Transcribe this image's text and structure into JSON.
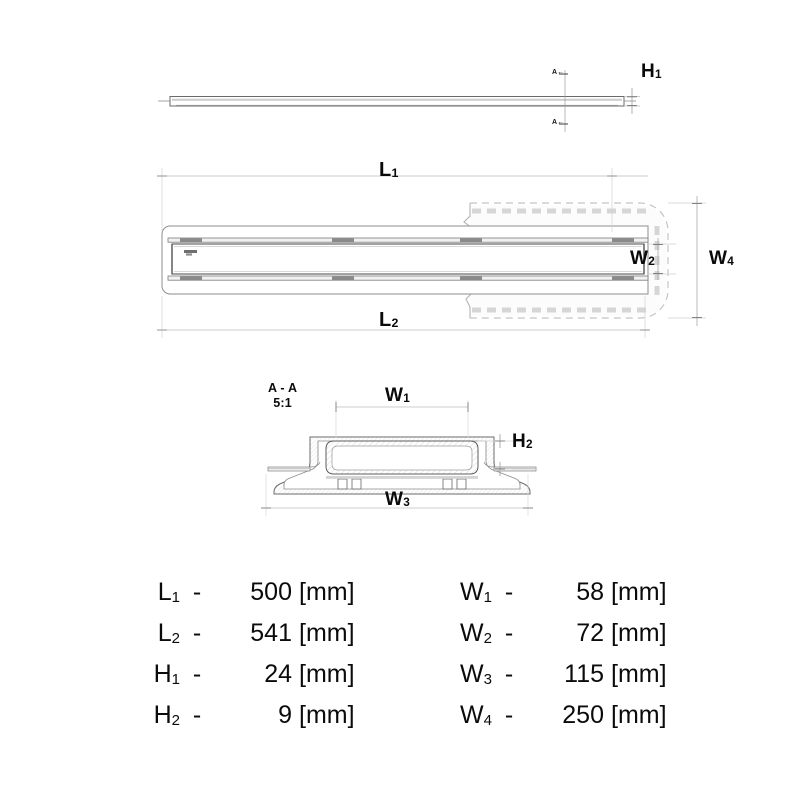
{
  "drawing": {
    "type": "technical-drawing",
    "subject": "linear shower drain channel",
    "views": {
      "elevation": {
        "name": "front elevation",
        "height_label": "H",
        "height_sub": "1",
        "section_marker": "A",
        "section_arrow": "←"
      },
      "plan": {
        "name": "top plan view",
        "length_label_1": "L",
        "length_sub_1": "1",
        "length_label_2": "L",
        "length_sub_2": "2",
        "width_label_2": "W",
        "width_sub_2": "2",
        "width_label_4": "W",
        "width_sub_4": "4"
      },
      "section": {
        "name": "cross section A-A",
        "title": "A - A",
        "scale": "5:1",
        "width_label_1": "W",
        "width_sub_1": "1",
        "width_label_3": "W",
        "width_sub_3": "3",
        "height_label_2": "H",
        "height_sub_2": "2"
      }
    }
  },
  "dimensions_table": {
    "left_column": [
      {
        "symbol": "L",
        "sub": "1",
        "dash": "-",
        "value": "500",
        "unit": "[mm]"
      },
      {
        "symbol": "L",
        "sub": "2",
        "dash": "-",
        "value": "541",
        "unit": "[mm]"
      },
      {
        "symbol": "H",
        "sub": "1",
        "dash": "-",
        "value": "24",
        "unit": "[mm]"
      },
      {
        "symbol": "H",
        "sub": "2",
        "dash": "-",
        "value": "9",
        "unit": "[mm]"
      }
    ],
    "right_column": [
      {
        "symbol": "W",
        "sub": "1",
        "dash": "-",
        "value": "58",
        "unit": "[mm]"
      },
      {
        "symbol": "W",
        "sub": "2",
        "dash": "-",
        "value": "72",
        "unit": "[mm]"
      },
      {
        "symbol": "W",
        "sub": "3",
        "dash": "-",
        "value": "115",
        "unit": "[mm]"
      },
      {
        "symbol": "W",
        "sub": "4",
        "dash": "-",
        "value": "250",
        "unit": "[mm]"
      }
    ]
  },
  "colors": {
    "background": "#ffffff",
    "outline": "#3a3a3a",
    "light_outline": "#9a9a9a",
    "dimension_line": "#b8b8b8",
    "membrane_dash": "#c9c9c9",
    "text": "#0a0a0a",
    "hardware": "#6e6e6e"
  }
}
